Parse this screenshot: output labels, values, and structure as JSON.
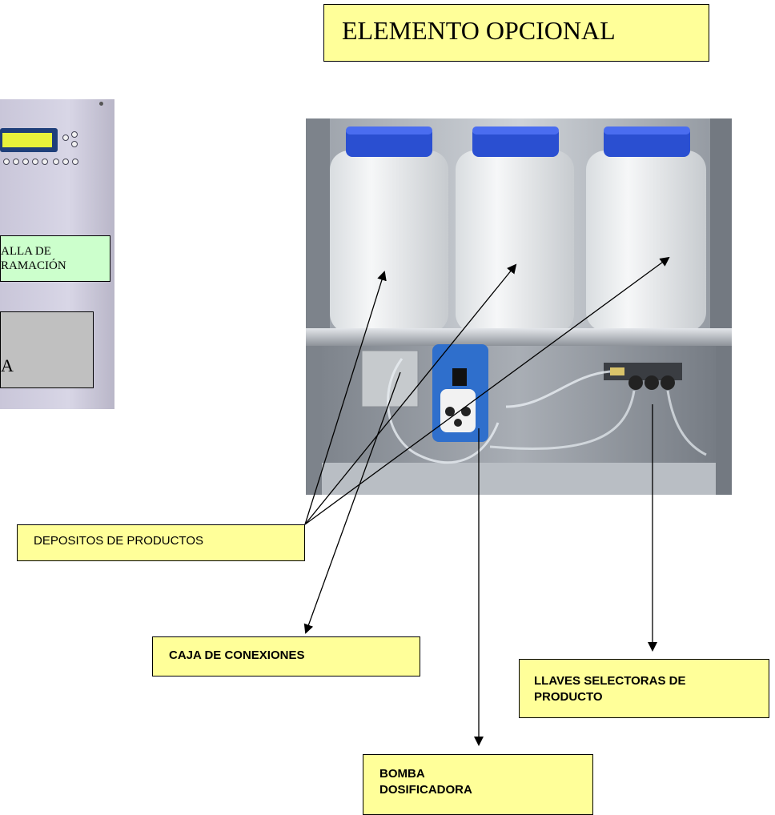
{
  "title": "ELEMENTO OPCIONAL",
  "left_panel": {
    "screen_label_line1": "ALLA DE",
    "screen_label_line2": "RAMACIÓN",
    "grey_box_text": "A"
  },
  "labels": {
    "depositos": "DEPOSITOS DE PRODUCTOS",
    "caja": "CAJA DE CONEXIONES",
    "llaves_line1": "LLAVES SELECTORAS DE",
    "llaves_line2": "PRODUCTO",
    "bomba_line1": "BOMBA",
    "bomba_line2": "DOSIFICADORA"
  },
  "colors": {
    "label_fill": "#ffff99",
    "screen_label_fill": "#ccffcc",
    "grey_box_fill": "#c0c0c0",
    "cap_blue": "#2a4fd1"
  }
}
